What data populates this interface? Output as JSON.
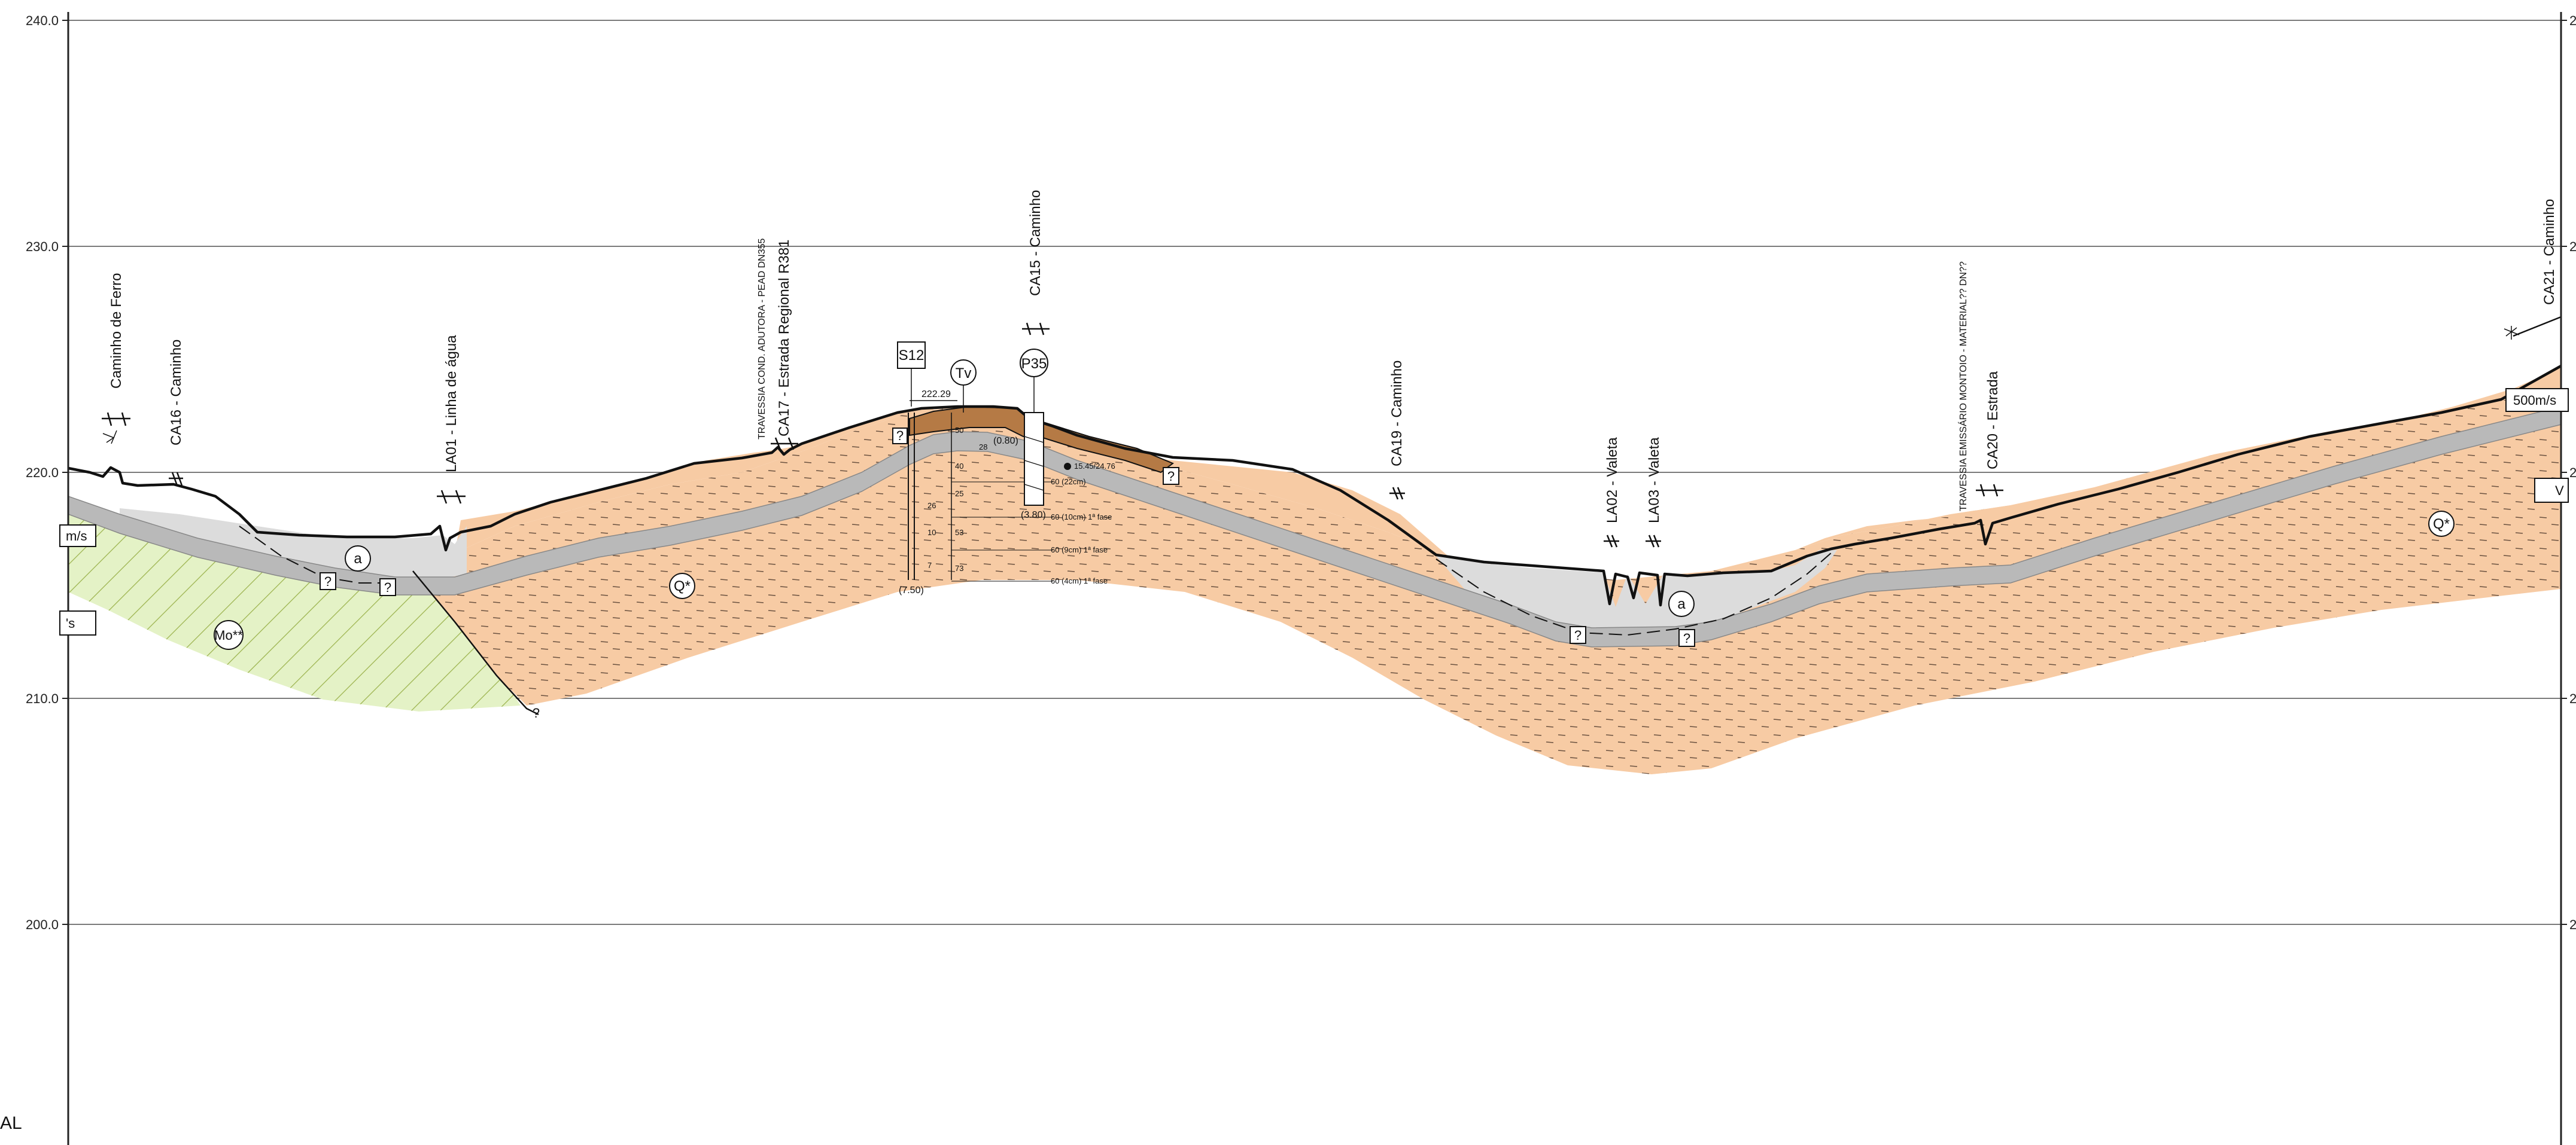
{
  "y_axis": {
    "ticks": [
      "240.0",
      "230.0",
      "220.0",
      "210.0",
      "200.0"
    ],
    "right_ticks": [
      "2",
      "2",
      "2",
      "2",
      "2"
    ]
  },
  "corner_label": "AL",
  "features": {
    "caminho_ferro": "Caminho de Ferro",
    "ca16": "CA16 - Caminho",
    "la01": "LA01 - Linha de água",
    "travessia1": "TRAVESSIA COND. ADUTORA - PEAD DN355",
    "ca17": "CA17 - Estrada Regional R381",
    "ca15": "CA15 - Caminho",
    "ca19": "CA19 - Caminho",
    "la02": "LA02 - Valeta",
    "la03": "LA03 - Valeta",
    "travessia2": "TRAVESSIA EMISSÁRIO MONTOIO - MATERIAL?? DN??",
    "ca20": "CA20 - Estrada",
    "ca21": "CA21 - Caminho"
  },
  "boreholes": {
    "s12_label": "S12",
    "s12_elev": "222.29",
    "s12_depth": "(7.50)",
    "tv_label": "Tv",
    "p35_label": "P35",
    "p35_top": "(0.80)",
    "p35_bottom": "(3.80)",
    "p35_note": "15.45/24.76"
  },
  "spt_values": [
    "50",
    "28",
    "40",
    "25",
    "26",
    "10",
    "53",
    "7",
    "73"
  ],
  "spt_notes": [
    "60 (22cm)",
    "60 (10cm) 1ª fase",
    "60 (9cm) 1ª fase",
    "60 (4cm) 1ª fase"
  ],
  "units": {
    "a": "a",
    "q_star": "Q*",
    "mo": "Mo**"
  },
  "velocity_tags": {
    "left_upper": "m/s",
    "left_lower": "'s",
    "right_upper": "500m/s",
    "right_lower": "V"
  },
  "uncertain_mark": "?",
  "colors": {
    "quaternary_fill": "#f7cba4",
    "alluvium_fill": "#dcdcdc",
    "weathered_band": "#b9b9b9",
    "fill_layer": "#b57a45",
    "miocene_fill": "#e4f2c6",
    "hatch": "#9bb24c"
  }
}
